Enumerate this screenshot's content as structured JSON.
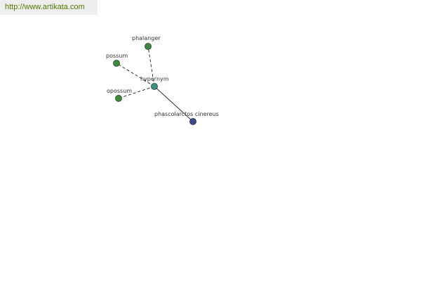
{
  "header": {
    "link_text": "http://www.artikata.com"
  },
  "colors": {
    "banner_background": "#eeeeee",
    "link": "#4f7a00",
    "related_node": "#3f8a3f",
    "hub_node": "#3f8f7f",
    "root_node": "#3b4a8c",
    "edge": "#000000",
    "label": "#333333"
  },
  "graph": {
    "root": {
      "id": "root",
      "label": "phascolarctos cinereus",
      "kind": "root"
    },
    "hub": {
      "id": "hub",
      "label": "hypernym",
      "kind": "relation"
    },
    "related": [
      {
        "id": "phalanger",
        "label": "phalanger",
        "kind": "term"
      },
      {
        "id": "possum",
        "label": "possum",
        "kind": "term"
      },
      {
        "id": "opossum",
        "label": "opossum",
        "kind": "term"
      }
    ],
    "edges": [
      {
        "from": "hub",
        "to": "root",
        "style": "solid"
      },
      {
        "from": "hub",
        "to": "phalanger",
        "style": "dashed"
      },
      {
        "from": "hub",
        "to": "possum",
        "style": "dashed"
      },
      {
        "from": "hub",
        "to": "opossum",
        "style": "dashed"
      }
    ]
  }
}
